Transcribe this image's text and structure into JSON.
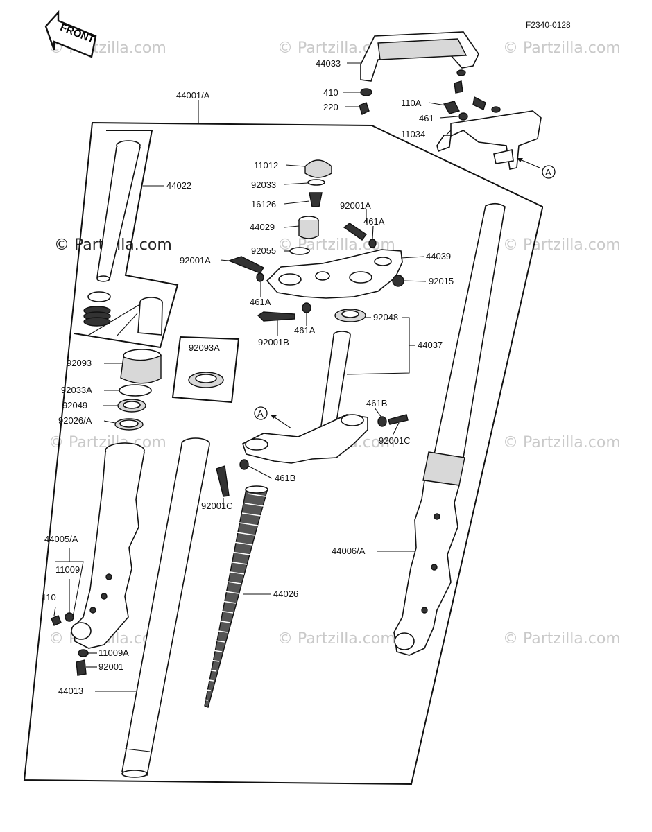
{
  "diagram_code": "F2340-0128",
  "front_badge": "FRONT",
  "watermark": "© Partzilla.com",
  "watermark_prominent": "© Partzilla.com",
  "ref_marker": "A",
  "labels": {
    "p44033": "44033",
    "p410": "410",
    "p220": "220",
    "p110A": "110A",
    "p461": "461",
    "p11034": "11034",
    "p44001A": "44001/A",
    "p44022": "44022",
    "p11012": "11012",
    "p92033": "92033",
    "p16126": "16126",
    "p92001A_top": "92001A",
    "p461A_top": "461A",
    "p44029": "44029",
    "p92055": "92055",
    "p44039": "44039",
    "p92001A_left": "92001A",
    "p92015": "92015",
    "p461A_left": "461A",
    "p461A_mid": "461A",
    "p92001B": "92001B",
    "p92048": "92048",
    "p44037": "44037",
    "p92093A": "92093A",
    "p92093": "92093",
    "p92033A": "92033A",
    "p92049": "92049",
    "p92026A": "92026/A",
    "p461B_r": "461B",
    "p92001C_r": "92001C",
    "p461B_l": "461B",
    "p92001C_l": "92001C",
    "p44005A": "44005/A",
    "p11009": "11009",
    "p110": "110",
    "p44006A": "44006/A",
    "p44026": "44026",
    "p11009A": "11009A",
    "p92001": "92001",
    "p44013": "44013"
  }
}
